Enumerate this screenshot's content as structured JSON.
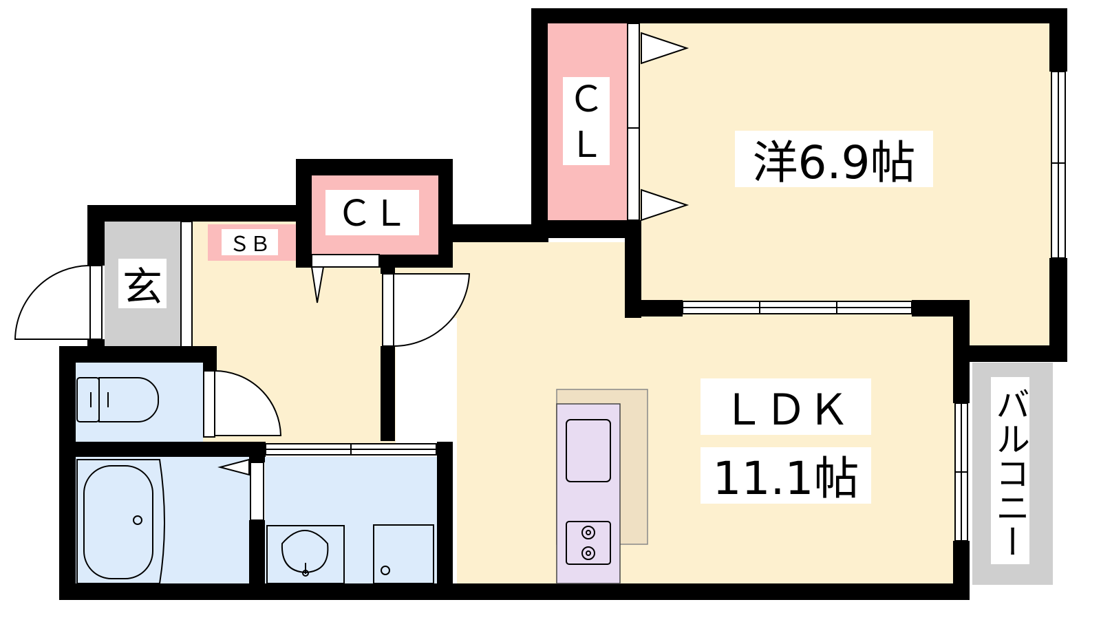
{
  "rooms": {
    "western_room": "洋6.9帖",
    "ldk_name": "ＬＤＫ",
    "ldk_size": "11.1帖",
    "closet_bedroom_line1": "Ｃ",
    "closet_bedroom_line2": "Ｌ",
    "closet_hall": "ＣＬ",
    "shoe_box": "ＳＢ",
    "entrance": "玄",
    "balcony": "バルコニー"
  },
  "colors": {
    "living": "#fdf0cf",
    "closet": "#fbbcbc",
    "wet_area": "#dcebfb",
    "entrance": "#cfcfcf",
    "kitchen": "#e8dcf2",
    "counter": "#efe0c3",
    "wall": "#000000"
  }
}
